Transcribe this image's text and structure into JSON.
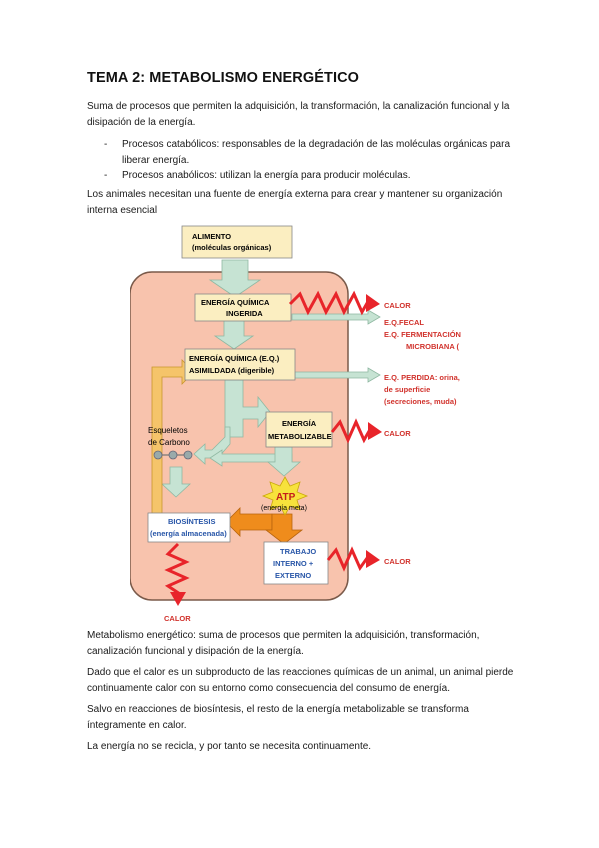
{
  "document": {
    "title": "TEMA 2: METABOLISMO ENERGÉTICO",
    "intro": "Suma de procesos que permiten la adquisición, la transformación, la canalización funcional y la disipación de la energía.",
    "bullets": [
      "Procesos catabólicos: responsables de la degradación de las moléculas orgánicas para liberar energía.",
      "Procesos anabólicos: utilizan la energía para producir moléculas."
    ],
    "animals_text": "Los animales necesitan una fuente de energía externa para crear y mantener su organización interna esencial",
    "paragraphs": [
      "Metabolismo energético: suma de procesos que permiten la adquisición, transformación, canalización funcional y disipación de la energía.",
      "Dado que el calor es un subproducto de las reacciones químicas de un animal, un animal pierde continuamente calor con su entorno como consecuencia del consumo de energía.",
      "Salvo en reacciones de biosíntesis, el resto de la energía metabolizable se transforma íntegramente en calor.",
      "La energía no se recicla, y por tanto se necesita continuamente."
    ]
  },
  "diagram": {
    "alimento_line1": "ALIMENTO",
    "alimento_line2": "(moléculas orgánicas)",
    "ingerida_line1": "ENERGÍA QUÍMICA",
    "ingerida_line2": "INGERIDA",
    "asimilada_line1": "ENERGÍA QUÍMICA (E.Q.)",
    "asimilada_line2": "ASIMILDADA (digerible)",
    "metabolizable_line1": "ENERGÍA",
    "metabolizable_line2": "METABOLIZABLE",
    "esqueletos_line1": "Esqueletos",
    "esqueletos_line2": "de Carbono",
    "atp": "ATP",
    "energia_meta": "(energía meta)",
    "biosintesis_line1": "BIOSÍNTESIS",
    "biosintesis_line2": "(energía almacenada)",
    "trabajo_line1": "TRABAJO",
    "trabajo_line2": "INTERNO +",
    "trabajo_line3": "EXTERNO",
    "calor": "CALOR",
    "eq_fecal": "E.Q.FECAL",
    "eq_ferm_line1": "E.Q. FERMENTACIÓN",
    "eq_ferm_line2": "MICROBIANA (",
    "eq_perdida_line1": "E.Q. PERDIDA: orina,",
    "eq_perdida_line2": "de superficie",
    "eq_perdida_line3": "(secreciones, muda)",
    "calor_bottom": "CALOR",
    "colors": {
      "body_fill": "#f8c3ad",
      "box_fill": "#fbeec1",
      "arrow_green": "#c6e3d3",
      "heat_red": "#e8242a",
      "label_red": "#d1322c",
      "blue_text": "#2856a8",
      "yellow_arrow": "#f5c46a",
      "orange_arrow": "#ef8c1c"
    }
  }
}
